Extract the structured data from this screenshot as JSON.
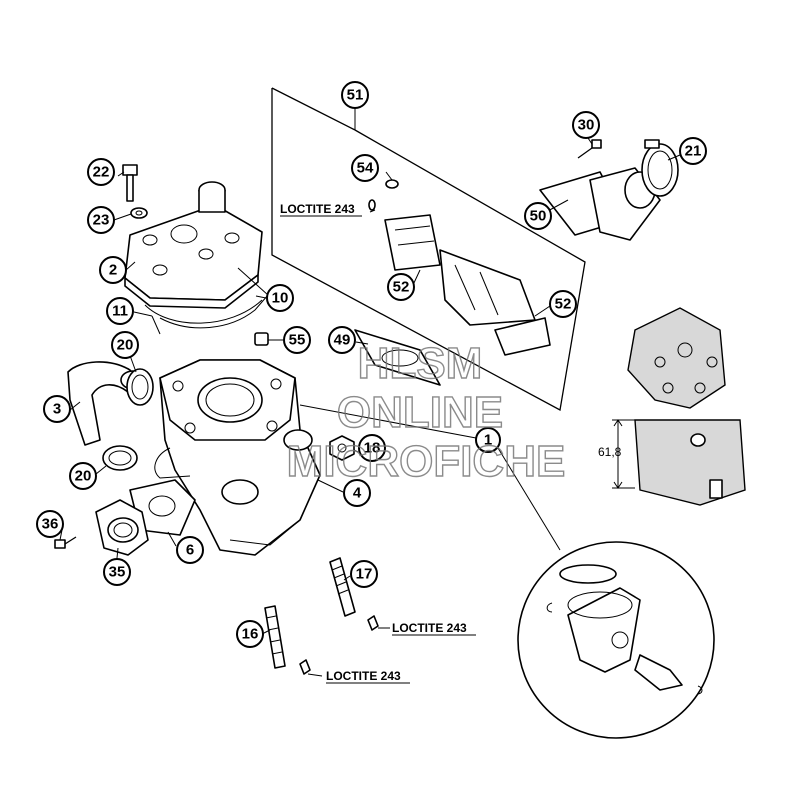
{
  "callouts": {
    "c1": "1",
    "c2": "2",
    "c3": "3",
    "c4": "4",
    "c6": "6",
    "c10": "10",
    "c11": "11",
    "c16": "16",
    "c17": "17",
    "c18": "18",
    "c20a": "20",
    "c20b": "20",
    "c21": "21",
    "c22": "22",
    "c23": "23",
    "c30": "30",
    "c35": "35",
    "c36": "36",
    "c49": "49",
    "c50": "50",
    "c51": "51",
    "c52a": "52",
    "c52b": "52",
    "c54": "54",
    "c55": "55"
  },
  "notes": {
    "loctite_top": "LOCTITE 243",
    "loctite_stud17": "LOCTITE 243",
    "loctite_stud16": "LOCTITE 243"
  },
  "dimension": {
    "height_label": "61,8"
  },
  "watermark": {
    "line1": "HLSM",
    "line2": "ONLINE",
    "line3": "MICROFICHE"
  }
}
